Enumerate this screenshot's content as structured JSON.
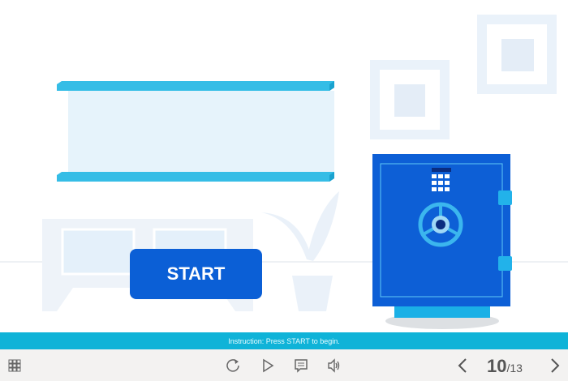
{
  "start_button": {
    "label": "START"
  },
  "instruction": "Instruction: Press START to begin.",
  "player": {
    "current_page": "10",
    "total_pages": "/13"
  },
  "colors": {
    "accent": "#0fb3d8",
    "button": "#0b5fd6",
    "safe": "#0d5fd6"
  }
}
